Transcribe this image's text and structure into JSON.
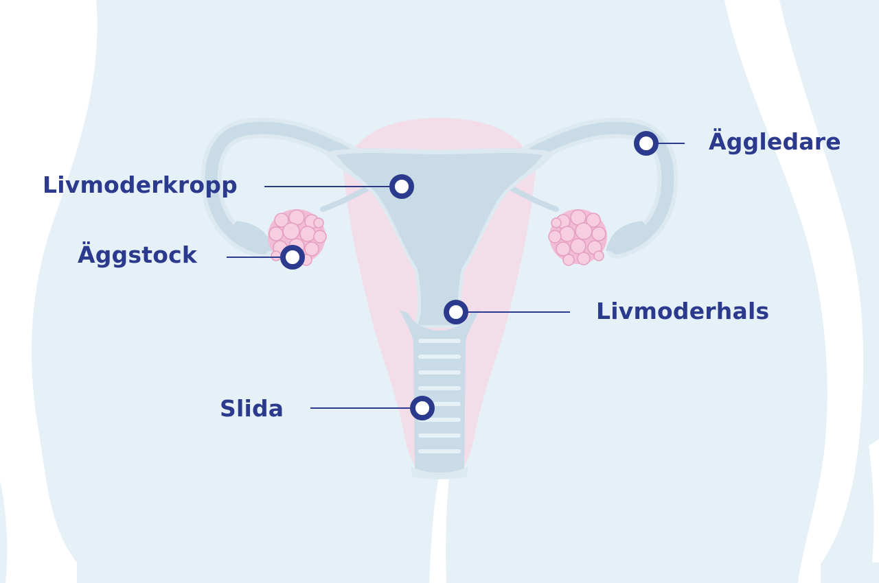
{
  "diagram": {
    "labels": {
      "aggledare": "Äggledare",
      "livmoderkropp": "Livmoderkropp",
      "aggstock": "Äggstock",
      "livmoderhals": "Livmoderhals",
      "slida": "Slida"
    }
  },
  "colors": {
    "background": "#e6f0f7",
    "silhouette": "#ffffff",
    "organ": "#c9dbe6",
    "organ_rim": "#dde9f1",
    "tissue_pink": "#f3d9e6",
    "ovary": "#f2bcd6",
    "ovary_follicle": "#f7cde0",
    "ovary_line": "#e39ec0",
    "marker": "#2b3a8c",
    "label": "#2b3a8c"
  }
}
